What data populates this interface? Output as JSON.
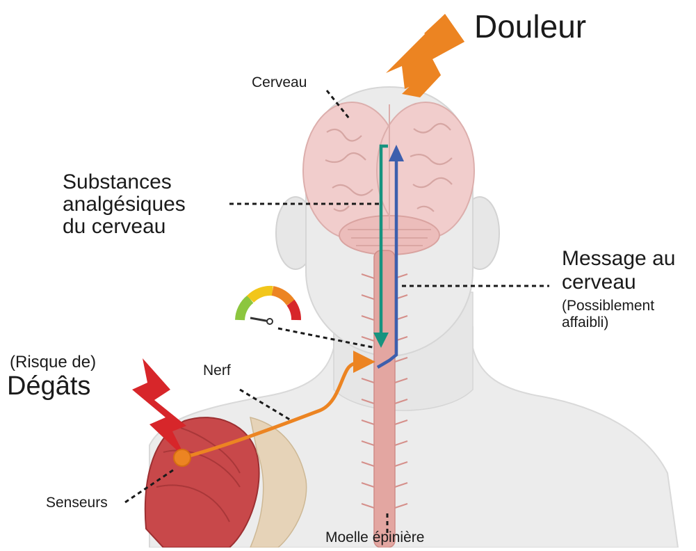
{
  "labels": {
    "pain": "Douleur",
    "brain": "Cerveau",
    "analgesic": [
      "Substances",
      "analgésiques",
      "du cerveau"
    ],
    "message": [
      "Message au",
      "cerveau"
    ],
    "message_note": [
      "(Possiblement",
      "affaibli)"
    ],
    "damage_risk": "(Risque de)",
    "damage": "Dégâts",
    "nerve": "Nerf",
    "sensors": "Senseurs",
    "spinal_cord": "Moelle épinière"
  },
  "colors": {
    "pain_bolt": "#ec8422",
    "damage_bolt": "#d7262a",
    "ascending_path": "#3d5fad",
    "descending_path": "#17937f",
    "nerve_path": "#ec8422",
    "skin": "#ececec",
    "brain": "#f1cdcc",
    "spinal_cord": "#e3a6a1",
    "muscle": "#c8484a"
  },
  "icons": [
    "pain-bolt-icon",
    "damage-bolt-icon",
    "pain-gauge-icon",
    "brain-icon"
  ]
}
